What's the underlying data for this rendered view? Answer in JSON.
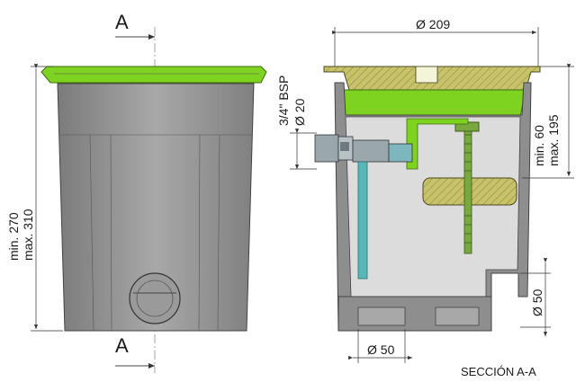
{
  "section_marker": "A",
  "section_title": "SECCIÓN A-A",
  "dimensions": {
    "overall_height_min": "min. 270",
    "overall_height_max": "max. 310",
    "lid_diameter": "Ø 209",
    "thread": "3/4\" BSP",
    "inlet_diameter": "Ø 20",
    "lid_height_min": "min. 60",
    "lid_height_max": "max. 195",
    "outlet_diameter_side": "Ø 50",
    "outlet_diameter_bottom": "Ø 50"
  },
  "colors": {
    "body_gray": "#8e8e8e",
    "body_shade": "#a3a3a3",
    "lid_green": "#7ed321",
    "lid_yellow": "#c8c26a",
    "valve_gray": "#9aa7ad",
    "valve_cyan": "#58b8b8",
    "rod_green": "#79a83e"
  }
}
